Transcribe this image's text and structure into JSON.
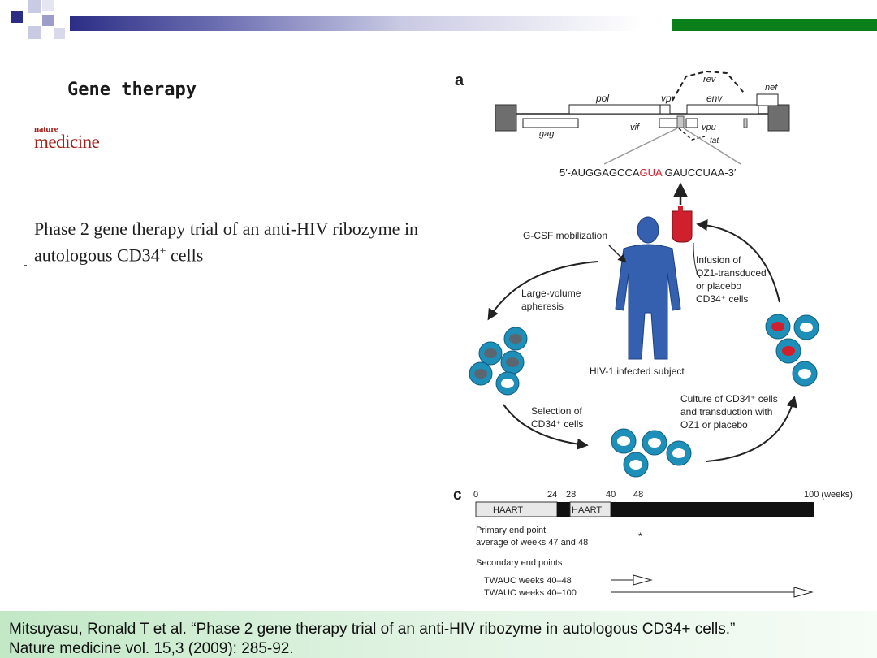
{
  "slide": {
    "title": "Gene therapy",
    "logo": {
      "line1": "nature",
      "line2": "medicine"
    },
    "paper_title": {
      "prefix": "Phase 2 gene therapy trial of an anti-HIV ribozyme in autologous CD34",
      "sup": "+",
      "suffix": " cells"
    },
    "citation": {
      "line1": "Mitsuyasu, Ronald T et al. “Phase 2 gene therapy trial of an anti-HIV ribozyme in autologous CD34+ cells.”",
      "line2": "Nature medicine vol. 15,3 (2009): 285-92."
    },
    "colors": {
      "header_dark": "#2c2e86",
      "header_green": "#0a7f1a",
      "logo": "#a3201a",
      "cell_ring": "#1e8fb8",
      "cell_dark": "#5b6670",
      "cell_red": "#d0202e",
      "person": "#3560b0"
    }
  },
  "figure": {
    "panel_a": {
      "label": "a",
      "genes": {
        "rev": "rev",
        "nef": "nef",
        "pol": "pol",
        "vpr": "vpr",
        "env": "env",
        "vif": "vif",
        "vpu": "vpu",
        "gag": "gag",
        "tat": "tat"
      },
      "sequence": {
        "left": "5′-AUGGAGCCA",
        "highlight": "GUA",
        "right": " GAUCCUAA-3′"
      }
    },
    "panel_b": {
      "gcsf": "G-CSF mobilization",
      "apheresis_1": "Large-volume",
      "apheresis_2": "apheresis",
      "infusion_1": "Infusion of",
      "infusion_2": "OZ1-transduced",
      "infusion_3": "or placebo",
      "infusion_4": "CD34⁺ cells",
      "subject": "HIV-1 infected subject",
      "selection_1": "Selection of",
      "selection_2": "CD34⁺ cells",
      "culture_1": "Culture of CD34⁺ cells",
      "culture_2": "and transduction with",
      "culture_3": "OZ1 or placebo"
    },
    "panel_c": {
      "label": "c",
      "ticks": [
        "0",
        "24",
        "28",
        "40",
        "48",
        "100 (weeks)"
      ],
      "haart_1": "HAART",
      "haart_2": "HAART",
      "primary_1": "Primary end point",
      "primary_2": "average of weeks 47 and 48",
      "star": "*",
      "secondary": "Secondary end points",
      "twauc_1": "TWAUC weeks 40–48",
      "twauc_2": "TWAUC weeks 40–100"
    }
  }
}
